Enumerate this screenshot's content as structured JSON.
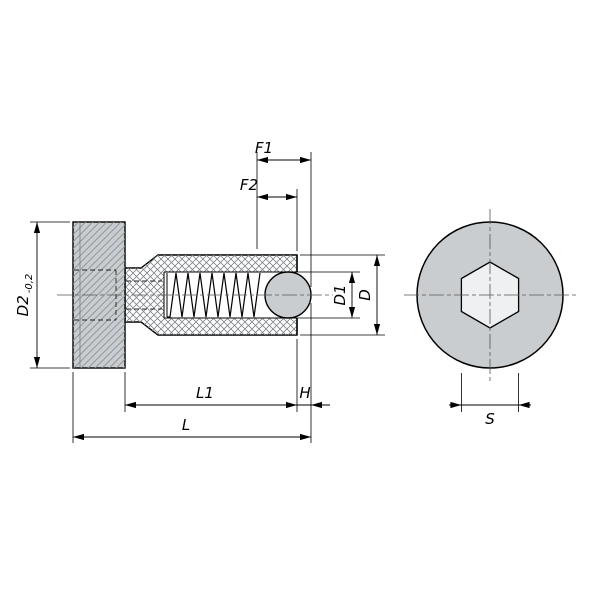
{
  "drawing": {
    "title": "spring-plunger-with-hexagon-socket-dimension-drawing",
    "background": "#ffffff"
  },
  "colors": {
    "part_fill": "#c9cdd0",
    "socket_fill": "#eef0f1",
    "channel_fill": "#ffffff",
    "outline": "#000000",
    "hatch": "#7f8488",
    "dimension_lines": "#000000",
    "centerline": "#555555"
  },
  "dims": {
    "f1": "F1",
    "f2": "F2",
    "d2": "D2",
    "d2_tol": "-0,2",
    "d1": "D1",
    "d": "D",
    "l1": "L1",
    "h": "H",
    "l": "L",
    "s": "S"
  }
}
